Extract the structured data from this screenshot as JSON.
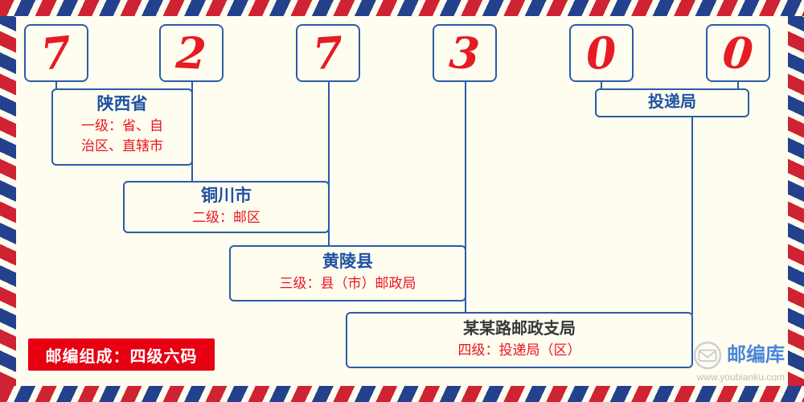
{
  "postal_code": {
    "full": "727300",
    "digits": [
      "7",
      "2",
      "7",
      "3",
      "0",
      "0"
    ]
  },
  "levels": [
    {
      "name": "陕西省",
      "desc_lines": [
        "一级：省、自",
        "治区、直辖市"
      ]
    },
    {
      "name": "铜川市",
      "desc": "二级：邮区"
    },
    {
      "name": "黄陵县",
      "desc": "三级：县（市）邮政局"
    },
    {
      "name": "某某路邮政支局",
      "desc": "四级：投递局（区）"
    },
    {
      "name": "投递局"
    }
  ],
  "footer": {
    "composition_label": "邮编组成：四级六码"
  },
  "branding": {
    "site_name": "邮编库",
    "site_url": "www.youbianku.com",
    "logo_icon": "envelope-circle-icon"
  },
  "colors": {
    "stripe_red": "#cf2233",
    "stripe_blue": "#24418e",
    "line_blue": "#2a5caa",
    "digit_red": "#e51c23",
    "place_blue": "#1e52a2",
    "desc_red": "#ea1420",
    "badge_red": "#e60012",
    "brand_blue": "#4a86d8",
    "background": "#fffdf0"
  }
}
